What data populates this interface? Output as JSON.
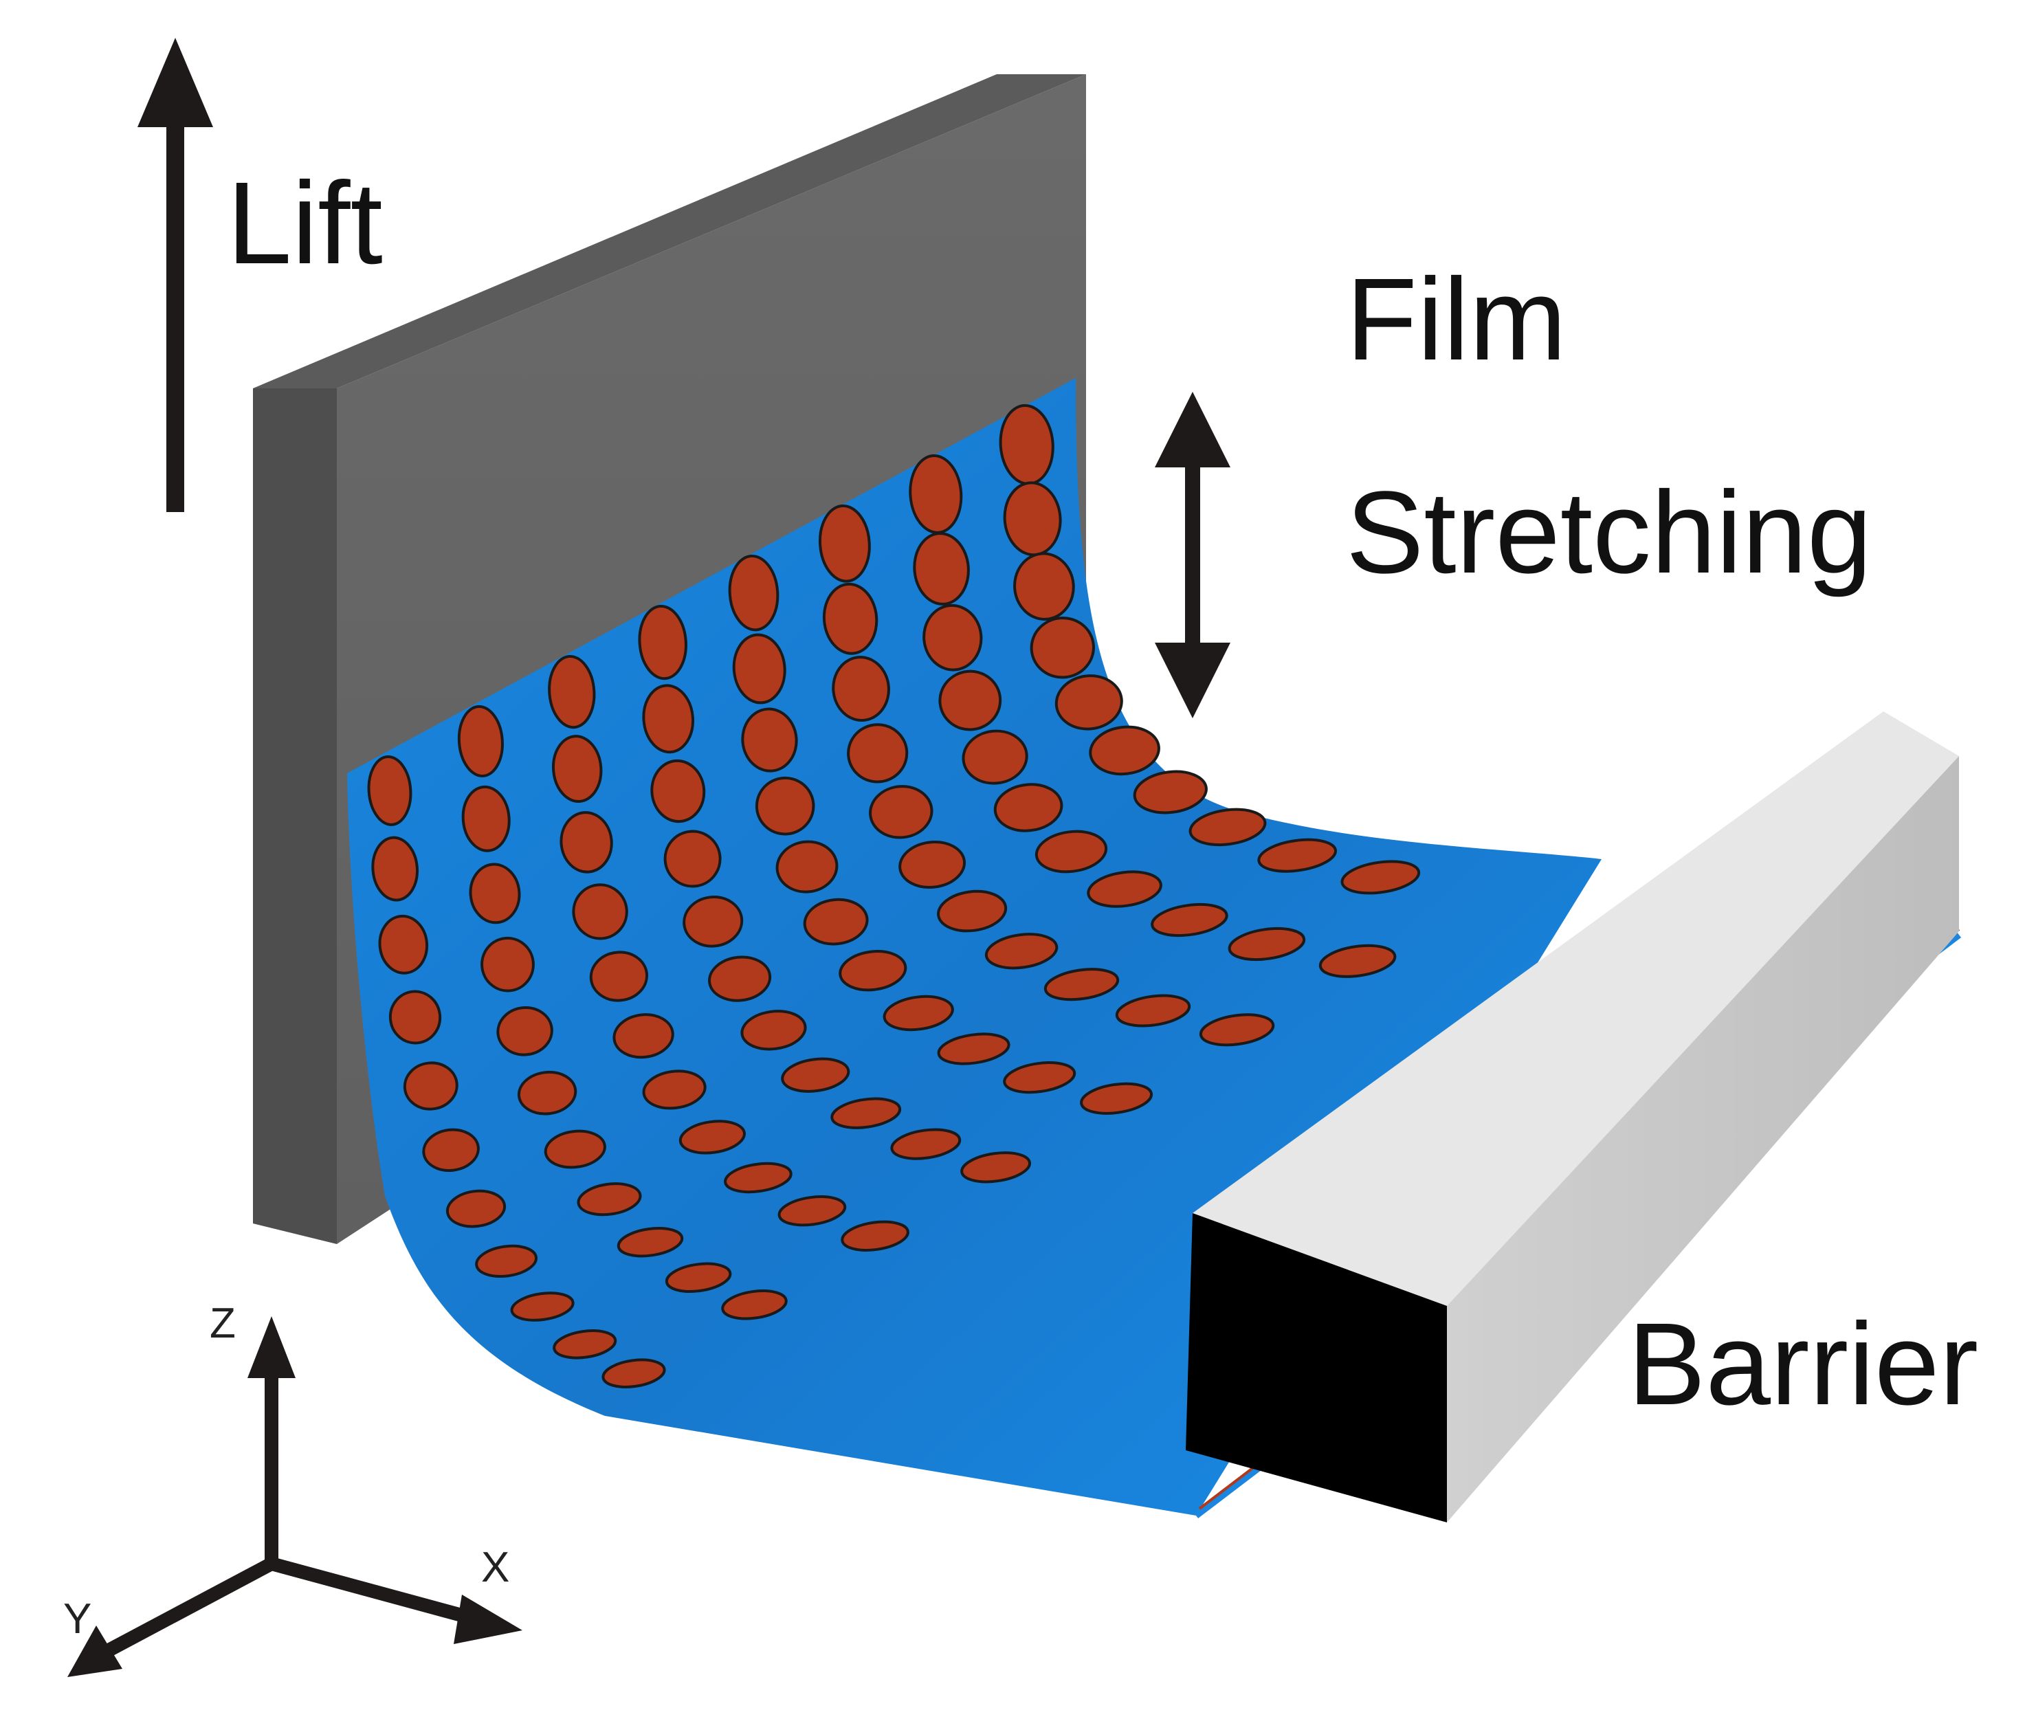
{
  "labels": {
    "lift": "Lift",
    "film": "Film",
    "stretching": "Stretching",
    "barrier": "Barrier"
  },
  "axes": {
    "z": "Z",
    "x": "X",
    "y": "Y"
  },
  "colors": {
    "plate_front": "#707070",
    "plate_side": "#4d4d4d",
    "plate_top": "#5a5a5a",
    "film": "#1a86df",
    "film_dark": "#0f5fb0",
    "particle": "#b13a1c",
    "particle_stroke": "#1a1a1a",
    "barrier_top": "#e6e6e6",
    "barrier_side": "#c8c8c8",
    "barrier_end": "#000000",
    "arrow": "#1e1a1a"
  }
}
